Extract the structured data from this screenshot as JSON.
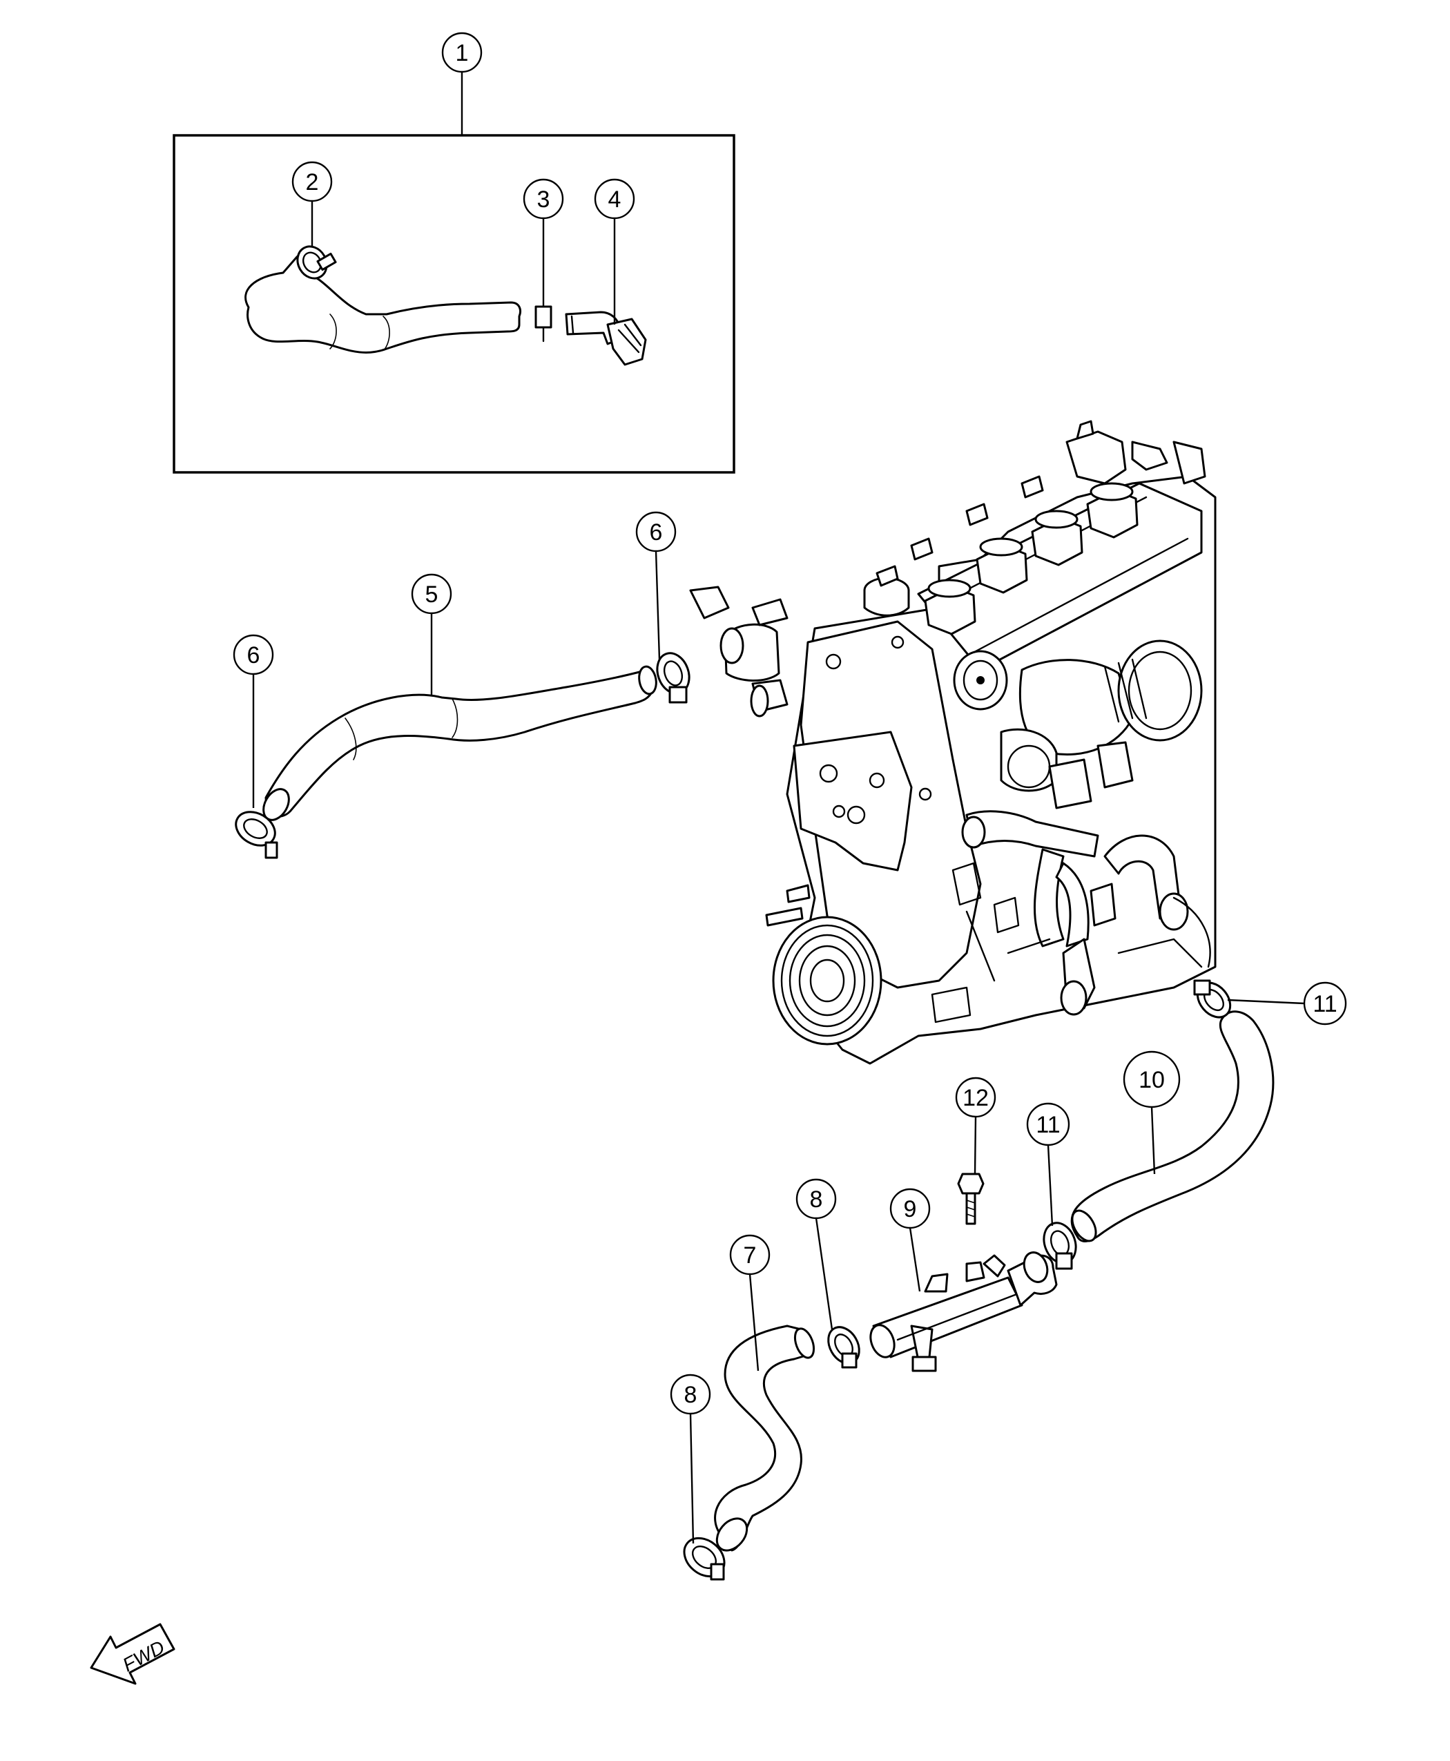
{
  "callouts": {
    "c1": "1",
    "c2": "2",
    "c3": "3",
    "c4": "4",
    "c5": "5",
    "c6a": "6",
    "c6b": "6",
    "c7": "7",
    "c8a": "8",
    "c8b": "8",
    "c9": "9",
    "c10": "10",
    "c11a": "11",
    "c11b": "11",
    "c12": "12"
  },
  "fwd_arrow": {
    "label": "FWD"
  }
}
